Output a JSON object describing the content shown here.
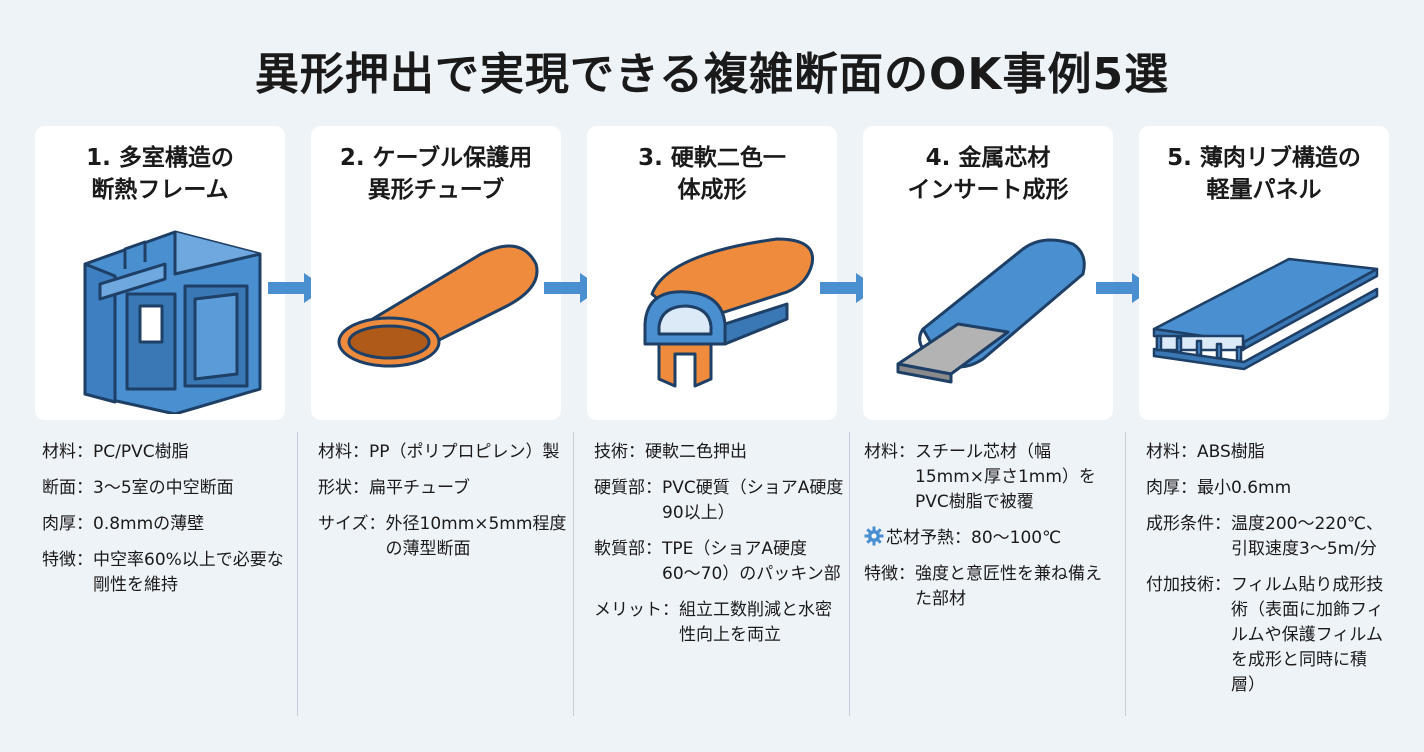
{
  "title": "異形押出で実現できる複雑断面のOK事例5選",
  "colors": {
    "blue": "#4a8fd0",
    "orange": "#ef8b3c",
    "gray": "#a9a9a9"
  },
  "cards": [
    {
      "title_line1": "1. 多室構造の",
      "title_line2": "断熱フレーム",
      "rows": [
        {
          "key": "材料：",
          "value": "PC/PVC樹脂"
        },
        {
          "key": "断面：",
          "value": "3〜5室の中空断面"
        },
        {
          "key": "肉厚：",
          "value": "0.8mmの薄壁"
        },
        {
          "key": "特徴：",
          "value": "中空率60%以上で必要な剛性を維持"
        }
      ]
    },
    {
      "title_line1": "2. ケーブル保護用",
      "title_line2": "異形チューブ",
      "rows": [
        {
          "key": "材料：",
          "value": "PP（ポリプロピレン）製"
        },
        {
          "key": "形状：",
          "value": "扁平チューブ"
        },
        {
          "key": "サイズ：",
          "value": "外径10mm×5mm程度の薄型断面"
        }
      ]
    },
    {
      "title_line1": "3. 硬軟二色一",
      "title_line2": "体成形",
      "rows": [
        {
          "key": "技術：",
          "value": "硬軟二色押出"
        },
        {
          "key": "硬質部：",
          "value": "PVC硬質（ショアA硬度90以上）"
        },
        {
          "key": "軟質部：",
          "value": "TPE（ショアA硬度60〜70）のパッキン部"
        },
        {
          "key": "メリット：",
          "value": "組立工数削減と水密性向上を両立"
        }
      ]
    },
    {
      "title_line1": "4. 金属芯材",
      "title_line2": "インサート成形",
      "rows": [
        {
          "key": "材料：",
          "value": "スチール芯材（幅15mm×厚さ1mm）をPVC樹脂で被覆"
        },
        {
          "key": "芯材予熱：",
          "value": "80〜100℃",
          "icon": "gear-icon"
        },
        {
          "key": "特徴：",
          "value": "強度と意匠性を兼ね備えた部材"
        }
      ]
    },
    {
      "title_line1": "5. 薄肉リブ構造の",
      "title_line2": "軽量パネル",
      "rows": [
        {
          "key": "材料：",
          "value": "ABS樹脂"
        },
        {
          "key": "肉厚：",
          "value": "最小0.6mm"
        },
        {
          "key": "成形条件：",
          "value": "温度200〜220℃、引取速度3〜5m/分"
        },
        {
          "key": "付加技術：",
          "value": "フィルム貼り成形技術（表面に加飾フィルムや保護フィルムを成形と同時に積層）"
        }
      ]
    }
  ]
}
